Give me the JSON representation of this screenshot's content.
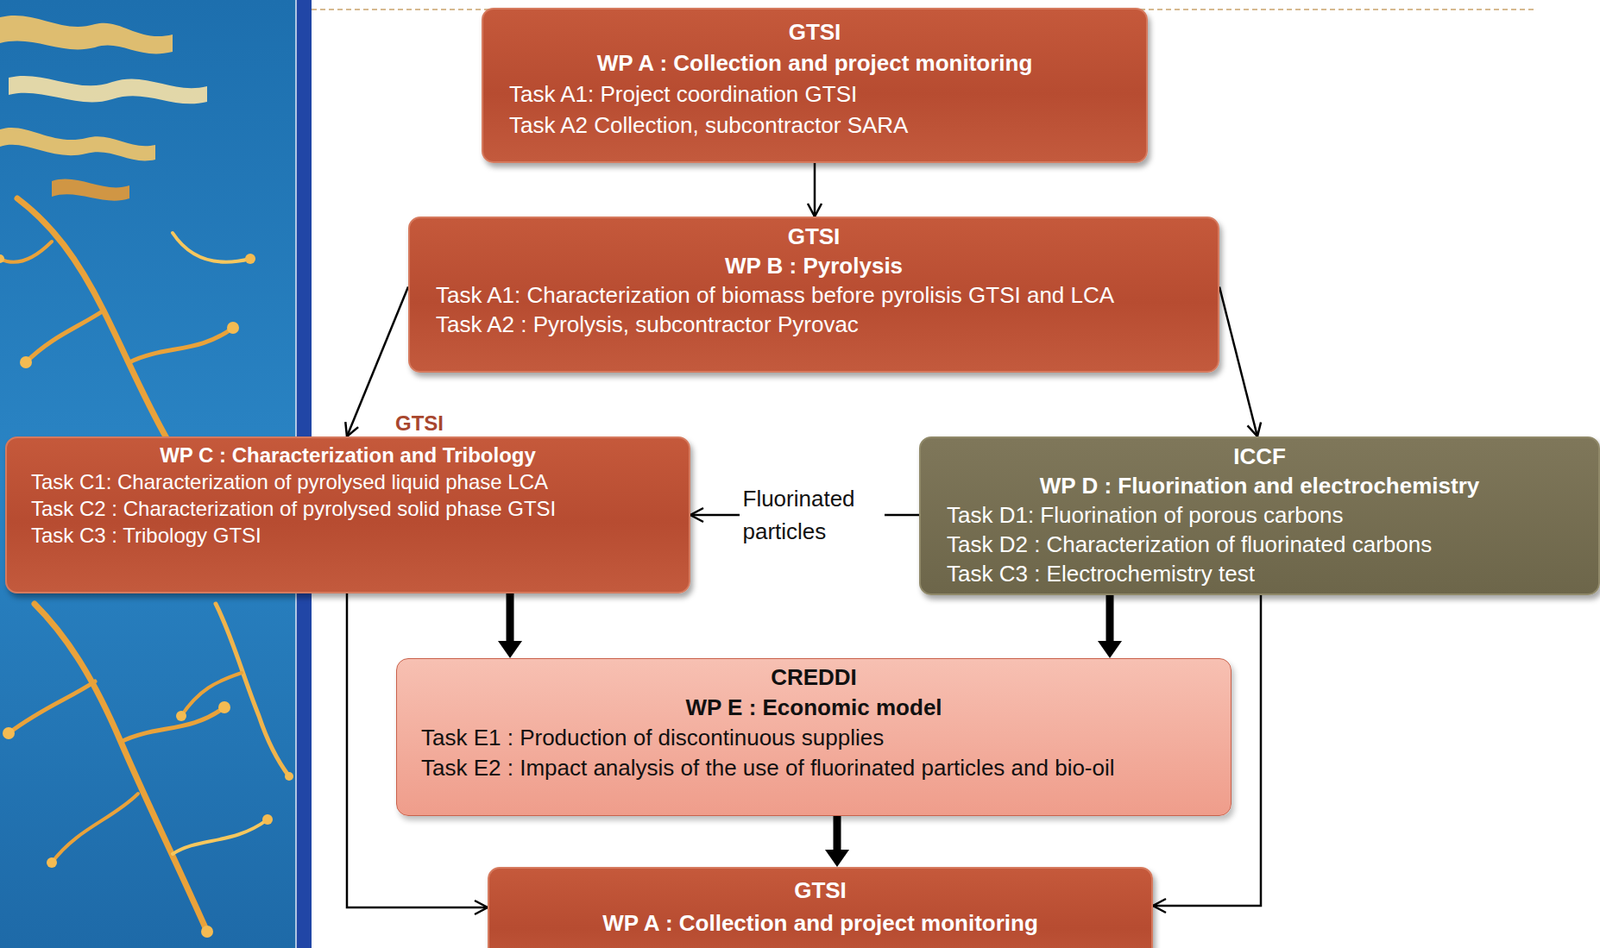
{
  "diagram": {
    "nodes": [
      {
        "text": [
          "GTSI",
          "WP A : Collection and project monitoring",
          "Task A1: Project coordination GTSI",
          "Task A2 Collection, subcontractor SARA"
        ]
      },
      {
        "text": [
          "GTSI",
          "WP B : Pyrolysis",
          "Task A1: Characterization of biomass before pyrolisis GTSI and LCA",
          "Task A2 : Pyrolysis, subcontractor Pyrovac"
        ]
      },
      {
        "text": [
          "GTSI",
          "WP C : Characterization and Tribology",
          "Task C1: Characterization of pyrolysed liquid phase LCA",
          "Task C2 : Characterization of pyrolysed solid phase GTSI",
          "Task C3 : Tribology GTSI"
        ]
      },
      {
        "text": [
          "ICCF",
          "WP D : Fluorination and electrochemistry",
          "Task D1: Fluorination of porous carbons",
          "Task D2 : Characterization of fluorinated carbons",
          "Task C3 : Electrochemistry test"
        ]
      },
      {
        "text": [
          "CREDDI",
          "WP E : Economic model",
          "Task E1 : Production of discontinuous supplies",
          "Task E2 : Impact analysis of the use of fluorinated particles and bio-oil"
        ]
      },
      {
        "text": [
          "GTSI",
          "WP A : Collection and project monitoring"
        ]
      }
    ],
    "edges": [
      {
        "from": 0,
        "to": 1,
        "arrow": "to"
      },
      {
        "from": 1,
        "to": 2,
        "arrow": "to"
      },
      {
        "from": 1,
        "to": 3,
        "arrow": "to"
      },
      {
        "from": 3,
        "to": 2,
        "label": "Fluorinated particles",
        "arrow": "to"
      },
      {
        "from": 2,
        "to": 4,
        "arrow": "to"
      },
      {
        "from": 3,
        "to": 4,
        "arrow": "to"
      },
      {
        "from": 4,
        "to": 5,
        "arrow": "to"
      },
      {
        "from": 2,
        "to": 5,
        "arrow": "to"
      },
      {
        "from": 3,
        "to": 5,
        "arrow": "to"
      }
    ]
  }
}
